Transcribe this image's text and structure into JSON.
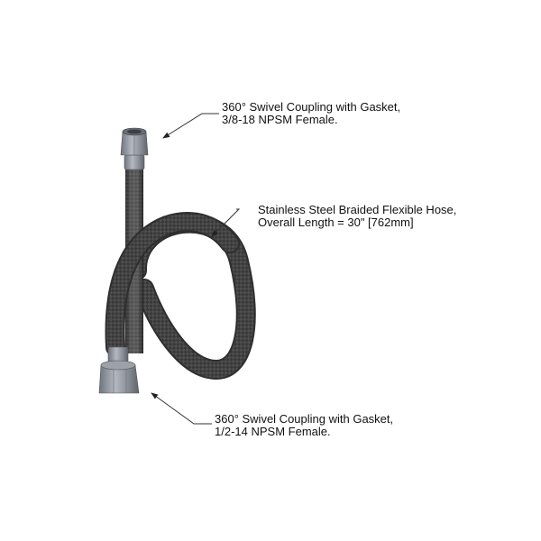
{
  "diagram": {
    "subject": "Stainless steel braided flexible hose assembly",
    "callouts": [
      {
        "id": "top-coupling",
        "line1": "360° Swivel Coupling with Gasket,",
        "line2": "3/8-18 NPSM Female.",
        "target": "top-coupling"
      },
      {
        "id": "hose",
        "line1": "Stainless Steel Braided Flexible Hose,",
        "line2": "Overall Length = 30\" [762mm]",
        "target": "braided-hose"
      },
      {
        "id": "bottom-coupling",
        "line1": "360° Swivel Coupling with Gasket,",
        "line2": "1/2-14 NPSM Female.",
        "target": "bottom-coupling"
      }
    ],
    "colors": {
      "background": "#ffffff",
      "hose_dark": "#2a2a2a",
      "hose_mid": "#4a4a4a",
      "coupling": "#8a8f99",
      "coupling_light": "#b5bac3",
      "leader": "#333333",
      "text": "#111111"
    }
  }
}
